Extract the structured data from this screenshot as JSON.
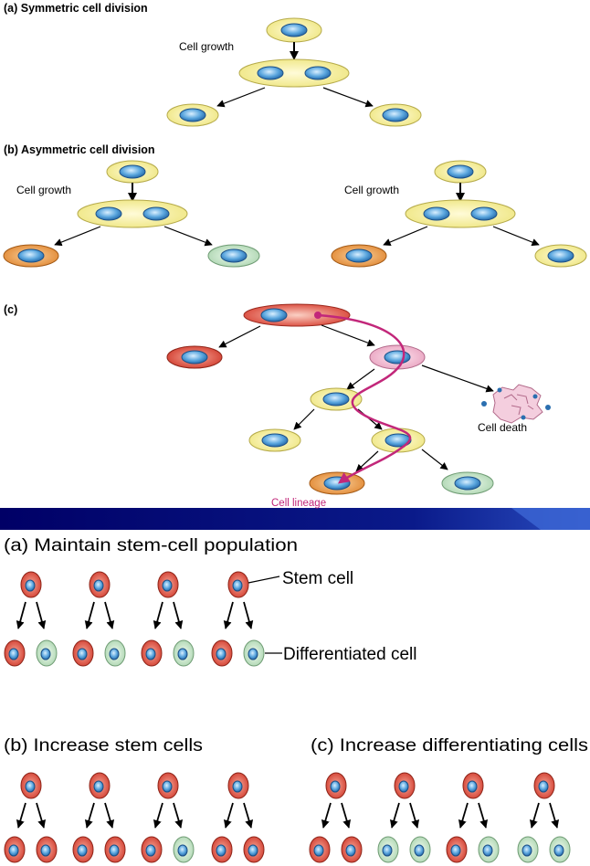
{
  "top_figure": {
    "panel_a_title": "(a) Symmetric cell division",
    "panel_a_growth": "Cell growth",
    "panel_b_title": "(b) Asymmetric cell division",
    "panel_b_growth_left": "Cell growth",
    "panel_b_growth_right": "Cell growth",
    "panel_c_label": "(c)",
    "cell_death": "Cell death",
    "cell_lineage": "Cell lineage"
  },
  "bottom_figure": {
    "panel_a_title": "(a)  Maintain stem-cell population",
    "stem_cell_label": "Stem cell",
    "differentiated_label": "Differentiated cell",
    "panel_b_title": "(b)  Increase stem cells",
    "panel_c_title": "(c)  Increase differentiating cells"
  },
  "colors": {
    "yellow_cell": "#f6f09a",
    "red_cell": "#d94b3b",
    "green_cell": "#cde6cf",
    "orange_cell": "#e99a46",
    "pink_cell": "#f1b9cf",
    "nucleus": "#5aa6de",
    "lineage_arrow": "#c2277a",
    "background": "#000066"
  }
}
